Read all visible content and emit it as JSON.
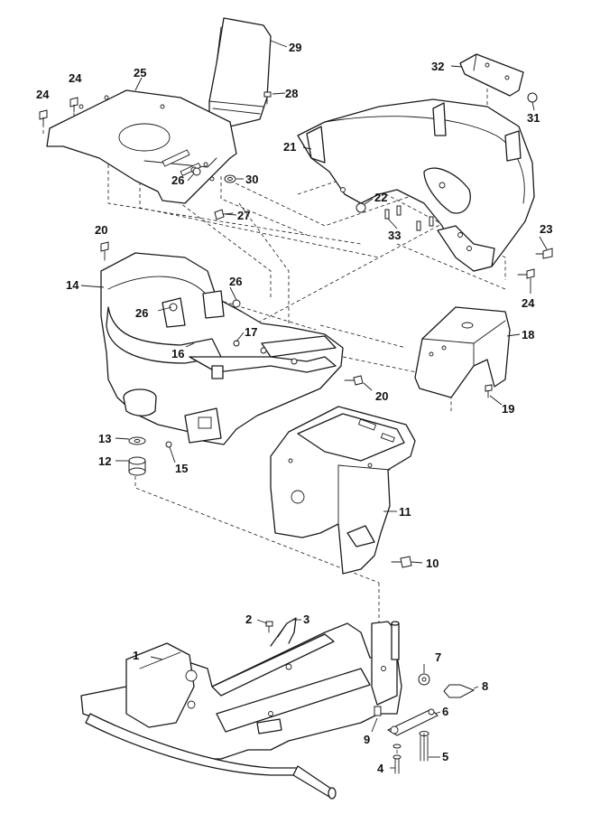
{
  "callouts": {
    "c1": "1",
    "c2": "2",
    "c3": "3",
    "c4": "4",
    "c5": "5",
    "c6": "6",
    "c7": "7",
    "c8": "8",
    "c9": "9",
    "c10": "10",
    "c11": "11",
    "c12": "12",
    "c13": "13",
    "c14": "14",
    "c15": "15",
    "c16": "16",
    "c17": "17",
    "c18": "18",
    "c19": "19",
    "c20a": "20",
    "c20b": "20",
    "c21": "21",
    "c22": "22",
    "c23": "23",
    "c24a": "24",
    "c24b": "24",
    "c24c": "24",
    "c25": "25",
    "c26a": "26",
    "c26b": "26",
    "c26c": "26",
    "c27": "27",
    "c28": "28",
    "c29": "29",
    "c30": "30",
    "c31": "31",
    "c32": "32",
    "c33": "33"
  }
}
